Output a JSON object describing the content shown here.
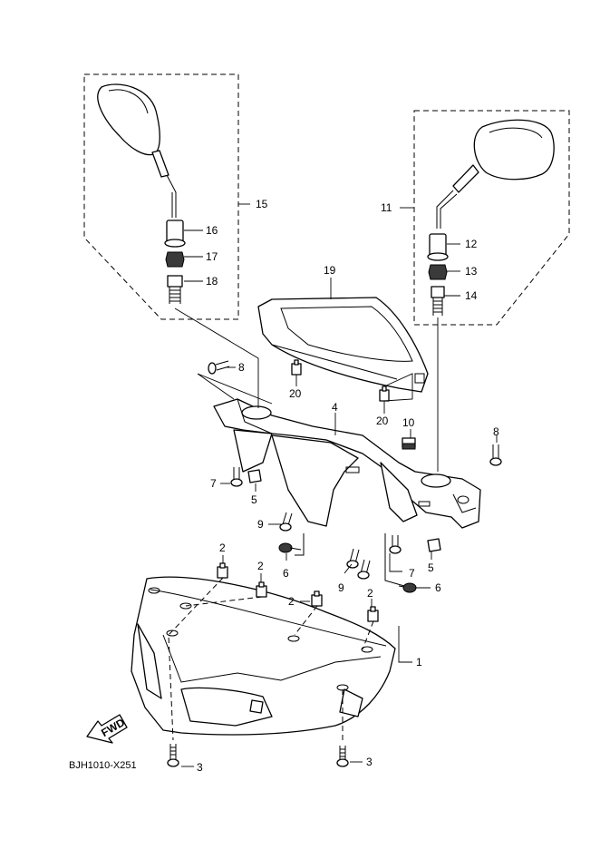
{
  "diagram_code": "BJH1010-X251",
  "fwd_label": "FWD",
  "callouts": {
    "c1": "1",
    "c2a": "2",
    "c2b": "2",
    "c2c": "2",
    "c2d": "2",
    "c3a": "3",
    "c3b": "3",
    "c4": "4",
    "c5a": "5",
    "c5b": "5",
    "c6a": "6",
    "c6b": "6",
    "c7a": "7",
    "c7b": "7",
    "c8a": "8",
    "c8b": "8",
    "c9a": "9",
    "c9b": "9",
    "c10": "10",
    "c11": "11",
    "c12": "12",
    "c13": "13",
    "c14": "14",
    "c15": "15",
    "c16": "16",
    "c17": "17",
    "c18": "18",
    "c19": "19",
    "c20a": "20",
    "c20b": "20"
  }
}
